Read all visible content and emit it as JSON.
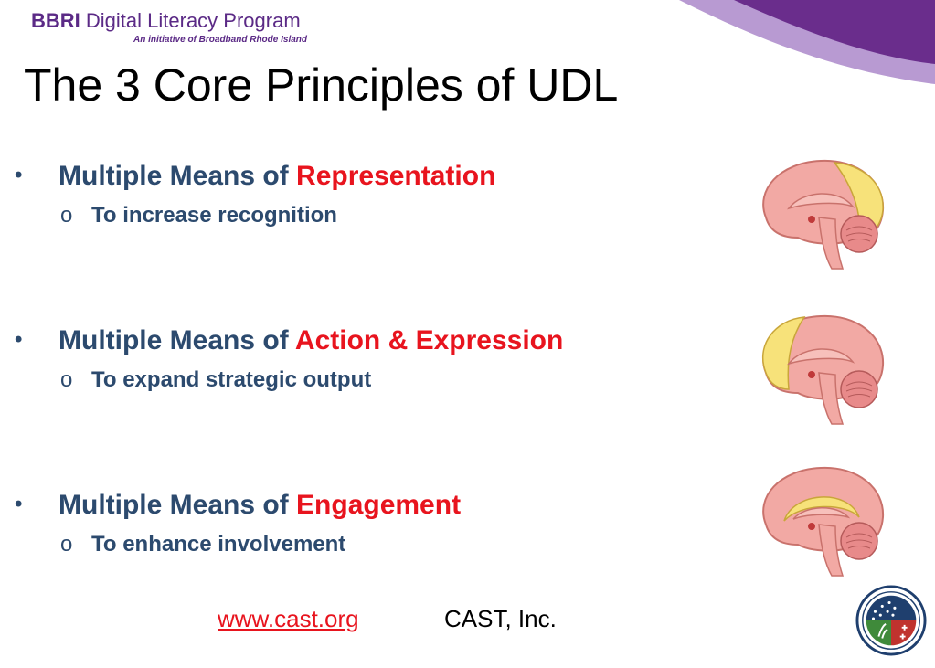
{
  "header": {
    "logo_brand": "BBRI",
    "logo_program": "Digital Literacy Program",
    "logo_tagline": "An initiative of Broadband Rhode Island"
  },
  "slide": {
    "title": "The 3 Core Principles of UDL",
    "bullet_glyph": "•",
    "sub_glyph": "o",
    "principles": [
      {
        "prefix": "Multiple Means of",
        "highlight": "Representation",
        "detail": "To increase recognition"
      },
      {
        "prefix": "Multiple Means of",
        "highlight": "Action & Expression",
        "detail": "To expand strategic output"
      },
      {
        "prefix": "Multiple Means of",
        "highlight": "Engagement",
        "detail": "To enhance involvement"
      }
    ]
  },
  "footer": {
    "link_text": "www.cast.org",
    "credit": "CAST, Inc."
  },
  "colors": {
    "brand_purple": "#5b2a86",
    "bullet_blue": "#2c4a6e",
    "highlight_red": "#e8141e",
    "brain_pink": "#f2a9a4",
    "brain_yellow": "#f7e27a"
  },
  "icons": {
    "brain_1": "brain-icon",
    "brain_2": "brain-icon",
    "brain_3": "brain-icon",
    "seal": "recovery-seal-icon"
  }
}
